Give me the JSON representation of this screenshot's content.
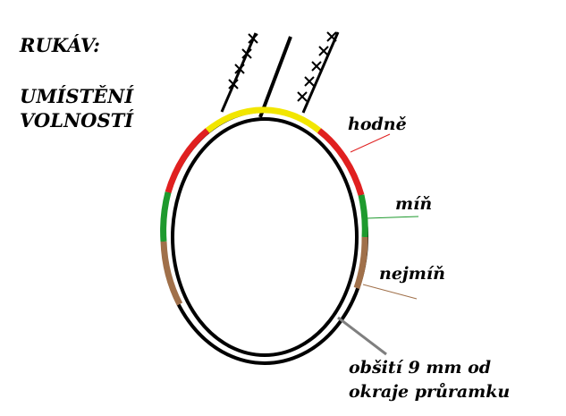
{
  "heading": {
    "line1": "RUKÁV:",
    "line2a": "UMÍSTĚNÍ",
    "line2b": "VOLNOSTÍ"
  },
  "annotations": {
    "most": "hodně",
    "less": "míň",
    "least": "nejmíň",
    "seam_line1": "obšití 9 mm od",
    "seam_line2": "okraje průramku"
  },
  "colors": {
    "most": "#e02020",
    "top": "#f2e600",
    "less": "#1e9a2e",
    "least": "#a0704a",
    "outline": "#000000",
    "seam_pointer": "#7f7f7f"
  },
  "icons": [
    "sleeve-cross-stitch-mark"
  ]
}
